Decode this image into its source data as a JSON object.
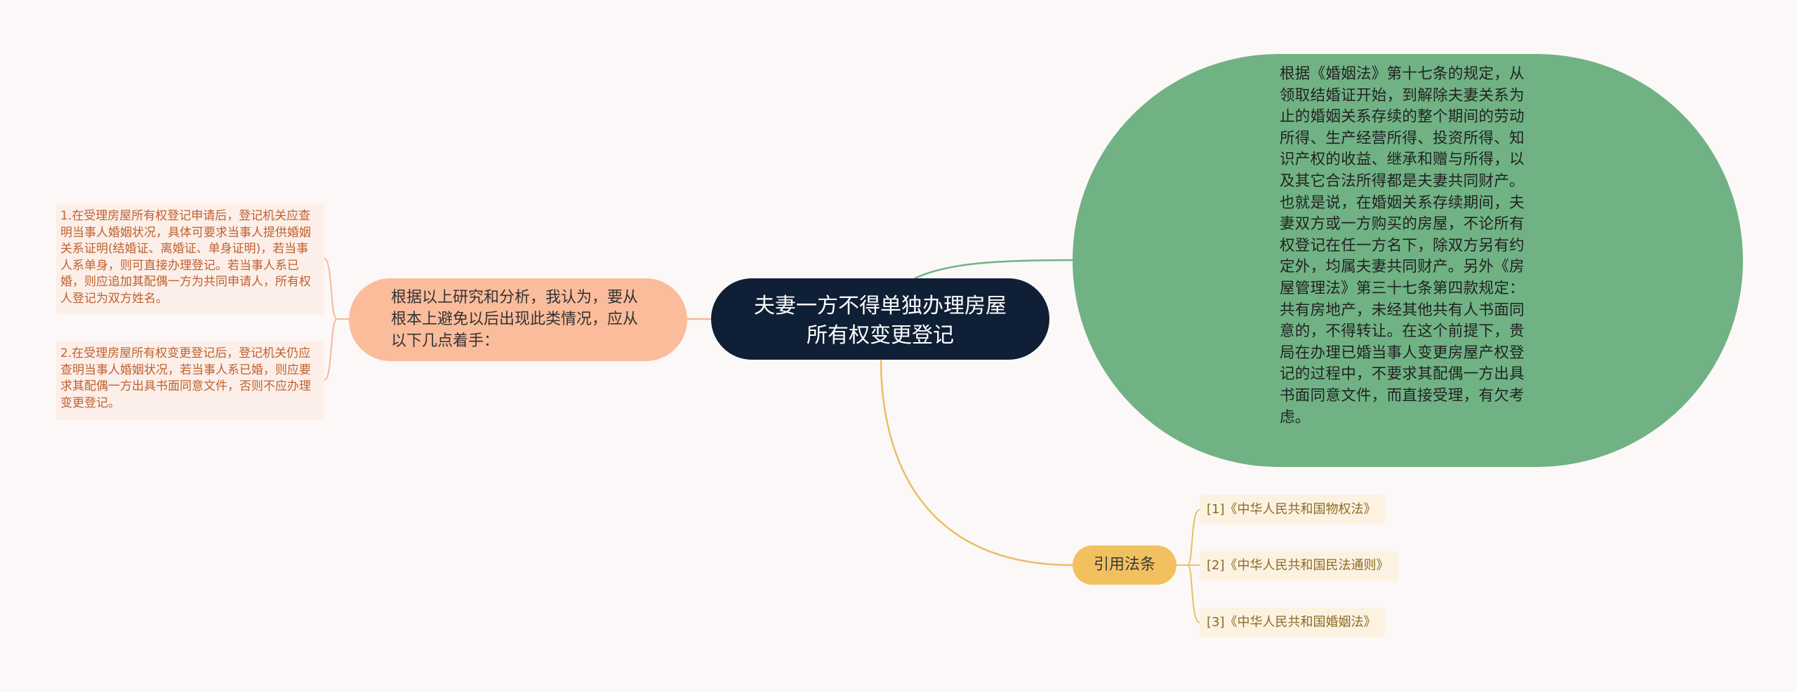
{
  "central": {
    "text": "夫妻一方不得单独办理房屋所有权变更登记"
  },
  "left_branch": {
    "text": "根据以上研究和分析，我认为，要从根本上避免以后出现此类情况，应从以下几点着手：",
    "items": [
      "1.在受理房屋所有权登记申请后，登记机关应查明当事人婚姻状况，具体可要求当事人提供婚姻关系证明(结婚证、离婚证、单身证明)，若当事人系单身，则可直接办理登记。若当事人系已婚，则应追加其配偶一方为共同申请人，所有权人登记为双方姓名。",
      "2.在受理房屋所有权变更登记后，登记机关仍应查明当事人婚姻状况，若当事人系已婚，则应要求其配偶一方出具书面同意文件，否则不应办理变更登记。"
    ]
  },
  "right_branch": {
    "text": "根据《婚姻法》第十七条的规定，从领取结婚证开始，到解除夫妻关系为止的婚姻关系存续的整个期间的劳动所得、生产经营所得、投资所得、知识产权的收益、继承和赠与所得，以及其它合法所得都是夫妻共同财产。也就是说，在婚姻关系存续期间，夫妻双方或一方购买的房屋，不论所有权登记在任一方名下，除双方另有约定外，均属夫妻共同财产。另外《房屋管理法》第三十七条第四款规定：共有房地产，未经其他共有人书面同意的，不得转让。在这个前提下，贵局在办理已婚当事人变更房屋产权登记的过程中，不要求其配偶一方出具书面同意文件，而直接受理，有欠考虑。"
  },
  "references": {
    "label": "引用法条",
    "items": [
      "[1]《中华人民共和国物权法》",
      "[2]《中华人民共和国民法通则》",
      "[3]《中华人民共和国婚姻法》"
    ]
  },
  "colors": {
    "background": "#fcf8f8",
    "central_fill": "#0f1f35",
    "left_fill": "#fbbc9b",
    "left_leaf_fill": "#fcefe9",
    "left_leaf_text": "#c0602f",
    "green_fill": "#70b284",
    "ref_fill": "#f1c15f",
    "ref_leaf_fill": "#fcf2e2",
    "ref_leaf_text": "#8c6a21"
  }
}
